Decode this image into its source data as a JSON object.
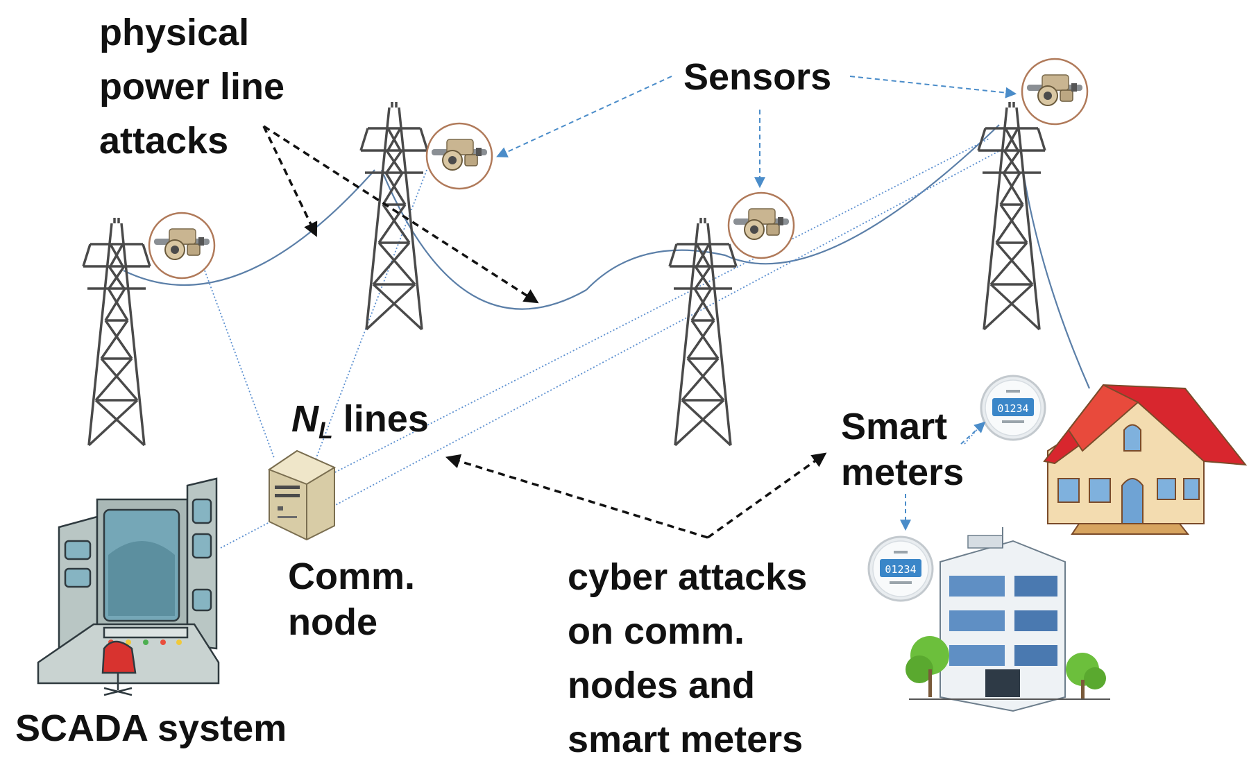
{
  "labels": {
    "physical_attacks": [
      "physical",
      "power line",
      "attacks"
    ],
    "sensors": "Sensors",
    "nl_symbol": "N",
    "nl_subscript": "L",
    "nl_text": "lines",
    "smart_meters": [
      "Smart",
      "meters"
    ],
    "comm_node": [
      "Comm.",
      "node"
    ],
    "cyber_attacks": [
      "cyber attacks",
      "on comm.",
      "nodes and",
      "smart meters"
    ],
    "scada": "SCADA system"
  },
  "meter_display": "01234",
  "colors": {
    "power_line": "#5b7fa8",
    "sensor_arrow": "#4a8cc9",
    "attack_arrow": "#111111",
    "comm_link": "#5b8fd0",
    "tower": "#4a4a4a",
    "sensor_ring": "#b07a5a",
    "roof": "#d8262e",
    "house_wall": "#f3dcb0",
    "building_glass": "#5f8fc4",
    "tree": "#6cbf3c"
  },
  "icons": [
    "transmission-tower-icon",
    "line-sensor-icon",
    "server-icon",
    "scada-console-icon",
    "smart-meter-icon",
    "house-icon",
    "office-building-icon"
  ]
}
